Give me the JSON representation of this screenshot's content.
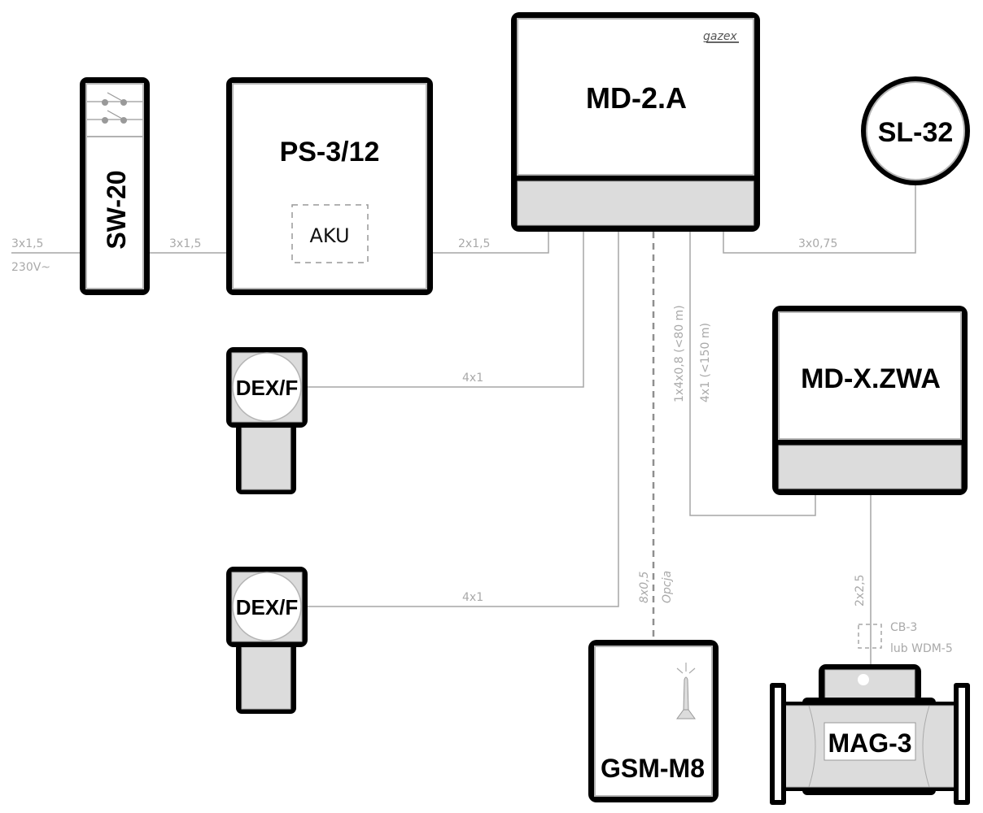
{
  "diagram": {
    "devices": {
      "sw20": {
        "label": "SW-20",
        "icon": "switch-contacts-icon"
      },
      "ps312": {
        "label": "PS-3/12",
        "aku_label": "AKU"
      },
      "md2a": {
        "label": "MD-2.A",
        "brand": "gazex"
      },
      "sl32": {
        "label": "SL-32"
      },
      "dex1": {
        "label": "DEX/F"
      },
      "dex2": {
        "label": "DEX/F"
      },
      "mdxzwa": {
        "label": "MD-X.ZWA"
      },
      "gsm": {
        "label": "GSM-M8",
        "icon": "antenna-icon"
      },
      "mag3": {
        "label": "MAG-3"
      }
    },
    "cables": {
      "mains_spec": "3x1,5",
      "mains_voltage": "230V~",
      "sw_to_ps": "3x1,5",
      "ps_to_md": "2x1,5",
      "md_to_sl": "3x0,75",
      "md_to_dex1": "4x1",
      "md_to_dex2": "4x1",
      "md_to_bus_1": "1x4x0,8 (<80 m)",
      "md_to_bus_2": "4x1 (<150 m)",
      "gsm_spec": "8x0,5",
      "gsm_option": "Opcja",
      "mdx_to_mag": "2x2,5",
      "optional_module_1": "CB-3",
      "optional_module_2": "lub WDM-5"
    },
    "colors": {
      "outline": "#000000",
      "panel_grey": "#dcdcdc",
      "wire": "#a6a6a6",
      "label_grey": "#a9a9a9"
    }
  }
}
